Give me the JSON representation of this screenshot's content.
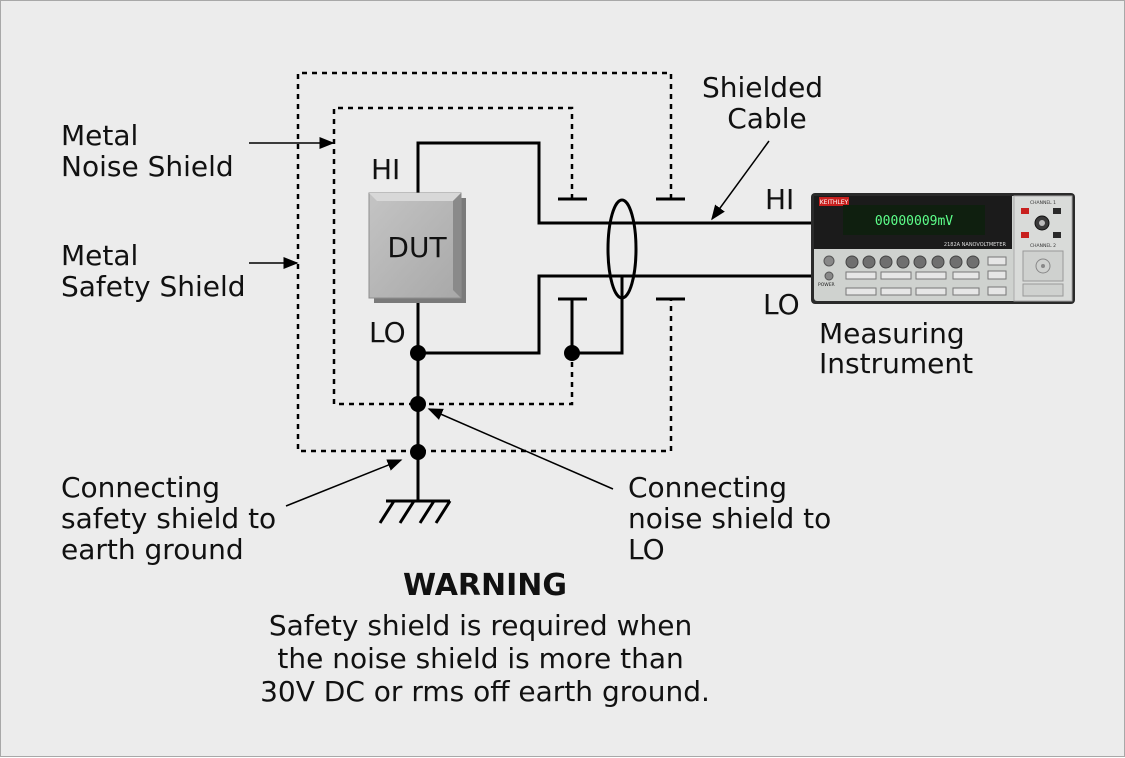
{
  "labels": {
    "metal_noise_shield": [
      "Metal",
      "Noise Shield"
    ],
    "metal_safety_shield": [
      "Metal",
      "Safety Shield"
    ],
    "shielded_cable": [
      "Shielded",
      "Cable"
    ],
    "dut": "DUT",
    "dut_hi": "HI",
    "dut_lo": "LO",
    "inst_hi": "HI",
    "inst_lo": "LO",
    "measuring_instrument": [
      "Measuring",
      "Instrument"
    ],
    "connecting_safety": [
      "Connecting",
      "safety shield to",
      "earth ground"
    ],
    "connecting_noise": [
      "Connecting",
      "noise shield to",
      "LO"
    ]
  },
  "warning": {
    "title": "WARNING",
    "lines": [
      "Safety shield is required when",
      "the noise shield is more than",
      "30V DC or rms off earth ground."
    ]
  },
  "instrument": {
    "brand": "KEITHLEY",
    "display": "00000009mV",
    "model": "2182A NANOVOLTMETER",
    "channel1": "CHANNEL 1",
    "channel2": "CHANNEL 2",
    "power": "POWER",
    "hi_badge": "HI",
    "lo_badge": "LO"
  },
  "colors": {
    "background": "#ececec",
    "dut_fill": "#b4b4b4",
    "instrument_body": "#cfd2cf",
    "display_bg": "#0f1f0f",
    "display_text": "#5dff8a",
    "badge_red": "#c8201e"
  }
}
